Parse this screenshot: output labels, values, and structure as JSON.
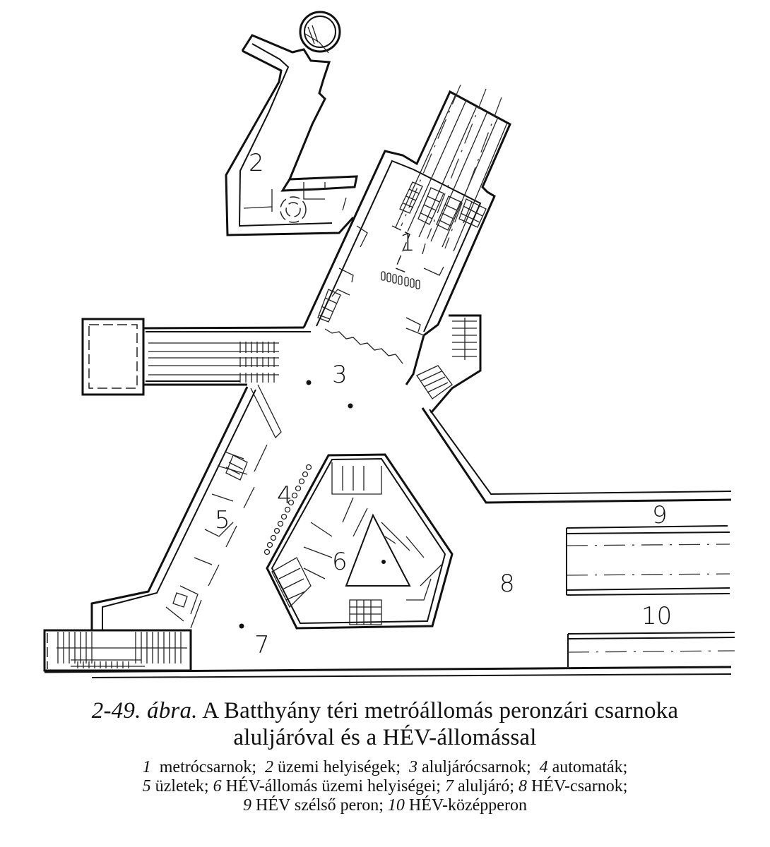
{
  "figure": {
    "number": "2-49.",
    "label_word": "ábra.",
    "title_line1": "A Batthyány téri metróállomás peronzári csarnoka",
    "title_line2": "aluljáróval és a HÉV-állomással"
  },
  "plan_labels": [
    {
      "id": "1",
      "name": "metrócsarnok"
    },
    {
      "id": "2",
      "name": "üzemi helyiségek"
    },
    {
      "id": "3",
      "name": "aluljárócsarnok"
    },
    {
      "id": "4",
      "name": "automaták"
    },
    {
      "id": "5",
      "name": "üzletek"
    },
    {
      "id": "6",
      "name": "HÉV-állomás üzemi helyiségei"
    },
    {
      "id": "7",
      "name": "aluljáró"
    },
    {
      "id": "8",
      "name": "HÉV-csarnok"
    },
    {
      "id": "9",
      "name": "HÉV szélső peron"
    },
    {
      "id": "10",
      "name": "HÉV-középperon"
    }
  ],
  "legend_lines": [
    [
      {
        "num": "1",
        "text": "metrócsarnok;"
      },
      {
        "num": "2",
        "text": "üzemi helyiségek;"
      },
      {
        "num": "3",
        "text": "aluljárócsarnok;"
      },
      {
        "num": "4",
        "text": "automaták;"
      }
    ],
    [
      {
        "num": "5",
        "text": "üzletek;"
      },
      {
        "num": "6",
        "text": "HÉV-állomás üzemi helyiségei;"
      },
      {
        "num": "7",
        "text": "aluljáró;"
      },
      {
        "num": "8",
        "text": "HÉV-csarnok;"
      }
    ],
    [
      {
        "num": "9",
        "text": "HÉV szélső peron;"
      },
      {
        "num": "10",
        "text": "HÉV-középperon"
      }
    ]
  ]
}
